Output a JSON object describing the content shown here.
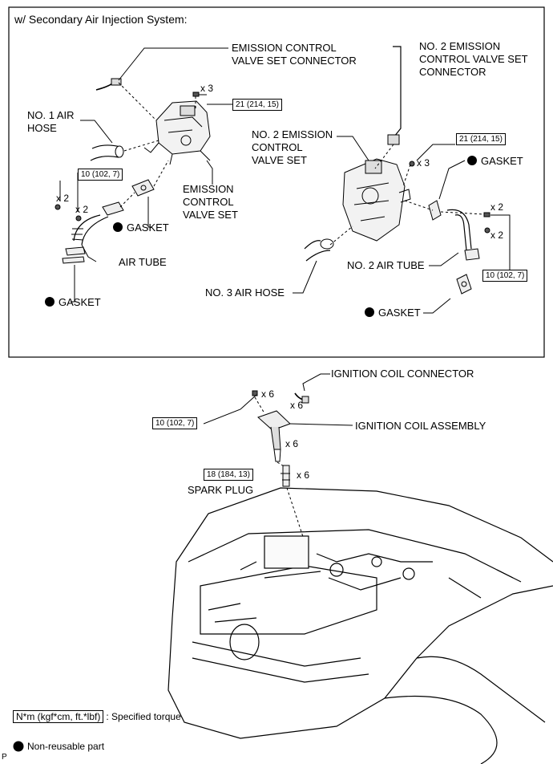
{
  "panel_title": "w/ Secondary Air Injection System:",
  "labels": {
    "ecvs_connector": "EMISSION CONTROL\nVALVE SET CONNECTOR",
    "no2_ecvs_connector": "NO. 2 EMISSION\nCONTROL VALVE SET\nCONNECTOR",
    "no1_air_hose": "NO. 1 AIR\nHOSE",
    "no2_ecvs": "NO. 2 EMISSION\nCONTROL\nVALVE SET",
    "gasket_right_top": "GASKET",
    "ecvs": "EMISSION\nCONTROL\nVALVE SET",
    "gasket_left_mid": "GASKET",
    "air_tube": "AIR TUBE",
    "gasket_left_bottom": "GASKET",
    "no2_air_tube": "NO. 2 AIR TUBE",
    "no3_air_hose": "NO. 3 AIR HOSE",
    "gasket_right_bottom": "GASKET",
    "ignition_coil_connector": "IGNITION COIL CONNECTOR",
    "ignition_coil_assembly": "IGNITION COIL ASSEMBLY",
    "spark_plug": "SPARK PLUG"
  },
  "torques": {
    "t_21_a": "21 (214, 15)",
    "t_21_b": "21 (214, 15)",
    "t_10_a": "10 (102, 7)",
    "t_10_b": "10 (102, 7)",
    "t_10_c": "10 (102, 7)",
    "t_18": "18 (184, 13)"
  },
  "counts": {
    "c1": "x 3",
    "c2": "x 3",
    "c3": "x 2",
    "c4": "x 2",
    "c5": "x 2",
    "c6": "x 2",
    "c7": "x 6",
    "c8": "x 6",
    "c9": "x 6",
    "c10": "x 6"
  },
  "legend": {
    "torque_unit": "N*m (kgf*cm, ft.*lbf)",
    "torque_desc": ": Specified torque",
    "nonreusable": "Non-reusable part"
  },
  "corner_mark": "P"
}
